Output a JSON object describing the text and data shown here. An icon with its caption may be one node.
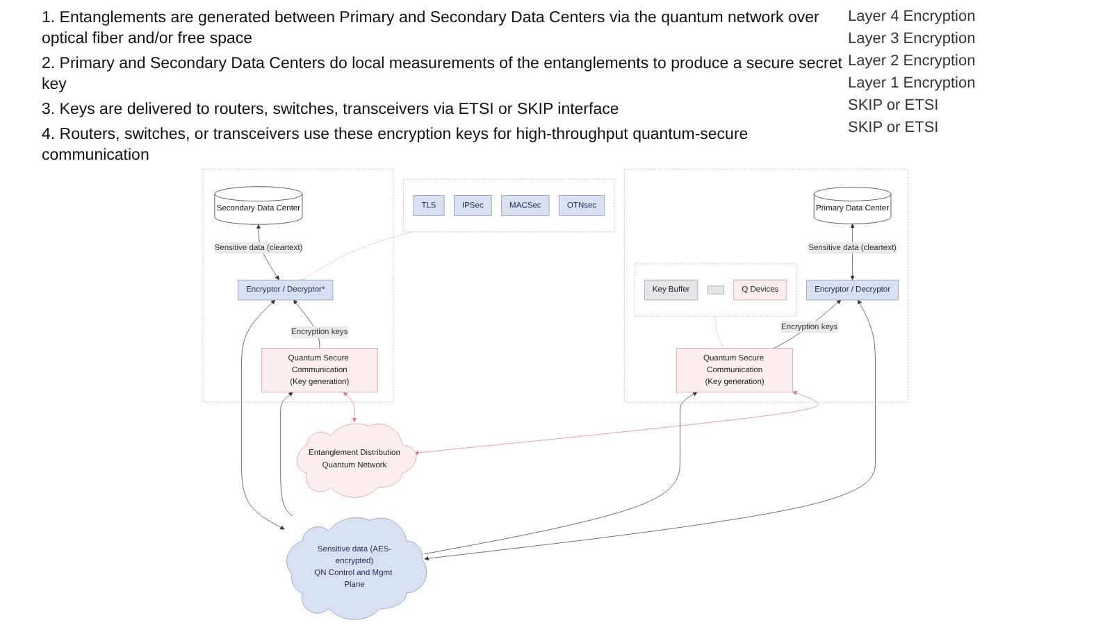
{
  "diagram": {
    "nodes": [
      {
        "text": [],
        "shape": "box"
      },
      {
        "text": [
          "Primary Data Center"
        ],
        "in": 0
      },
      {
        "text": [
          "Encryptor / Decryptor"
        ],
        "in": 0
      },
      {
        "text": [],
        "shape": "box",
        "in": 0
      },
      {
        "text": [
          "Key Buffer"
        ],
        "in": 3
      },
      {
        "text": [],
        "shape": "box",
        "in": 3
      },
      {
        "text": [
          "Q Devices"
        ],
        "in": 3
      },
      {
        "text": [
          "Quantum Secure Communication",
          "(Key generation)"
        ],
        "in": 0
      },
      {
        "text": [
          "Sensitive data (AES-encrypted)",
          "QN Control and Mgmt Plane"
        ]
      },
      {
        "text": [
          "Entanglement Distribution",
          "Quantum Network"
        ]
      },
      {
        "text": [],
        "shape": "box"
      },
      {
        "text": [
          "Encryptor / Decryptor*"
        ],
        "in": 10
      },
      {
        "text": [
          "Quantum Secure Communication",
          "(Key generation)"
        ],
        "in": 10
      },
      {
        "text": [
          "Secondary Data Center"
        ],
        "in": 10
      },
      {
        "text": [],
        "shape": "box"
      },
      {
        "text": [
          "TLS"
        ],
        "in": 14
      },
      {
        "text": [
          "IPSec"
        ],
        "in": 14
      },
      {
        "text": [
          "MACSec"
        ],
        "in": 14
      },
      {
        "text": [
          "OTNsec"
        ],
        "in": 14
      }
    ],
    "edges": [
      {
        "from": 2,
        "to": 1,
        "arrow": "both",
        "label": "Sensitive data (cleartext)"
      },
      {
        "from": 7,
        "to": 2,
        "arrow": "to",
        "label": "Encryption keys"
      },
      {
        "from": 8,
        "to": 2,
        "arrow": "both"
      },
      {
        "from": 8,
        "to": 11,
        "arrow": "both"
      },
      {
        "from": 8,
        "to": 7,
        "arrow": "to"
      },
      {
        "from": 8,
        "to": 12,
        "arrow": "to"
      },
      {
        "from": 9,
        "to": 7,
        "arrow": "both",
        "color": "#e07585"
      },
      {
        "from": 9,
        "to": 12,
        "arrow": "both",
        "color": "#e07585"
      },
      {
        "from": 12,
        "to": 11,
        "arrow": "to",
        "label": "Encryption keys"
      },
      {
        "from": 11,
        "to": 13,
        "arrow": "both",
        "label": "Sensitive data (cleartext)"
      },
      {
        "from": 7,
        "to": 3,
        "arrow": "none",
        "style": "dashed",
        "color": "#8fa0b8"
      },
      {
        "from": 11,
        "to": 14,
        "arrow": "none",
        "style": "dashed",
        "color": "#8fa0b8"
      }
    ],
    "labels": [
      "1. Entanglements are generated between Primary and Secondary Data Centers via the quantum network over optical fiber and/or free space",
      "2. Primary and Secondary Data Centers do local measurements of the entanglements to produce a secure secret key",
      "3. Keys are delivered to routers, switches, transceivers via ETSI or SKIP interface",
      "4. Routers, switches, or transceivers use these encryption keys for high-throughput quantum-secure communication",
      "Layer 4 Encryption",
      "Layer 3 Encryption",
      "Layer 2 Encryption",
      "Layer 1 Encryption",
      "SKIP or ETSI",
      "SKIP or ETSI"
    ]
  }
}
